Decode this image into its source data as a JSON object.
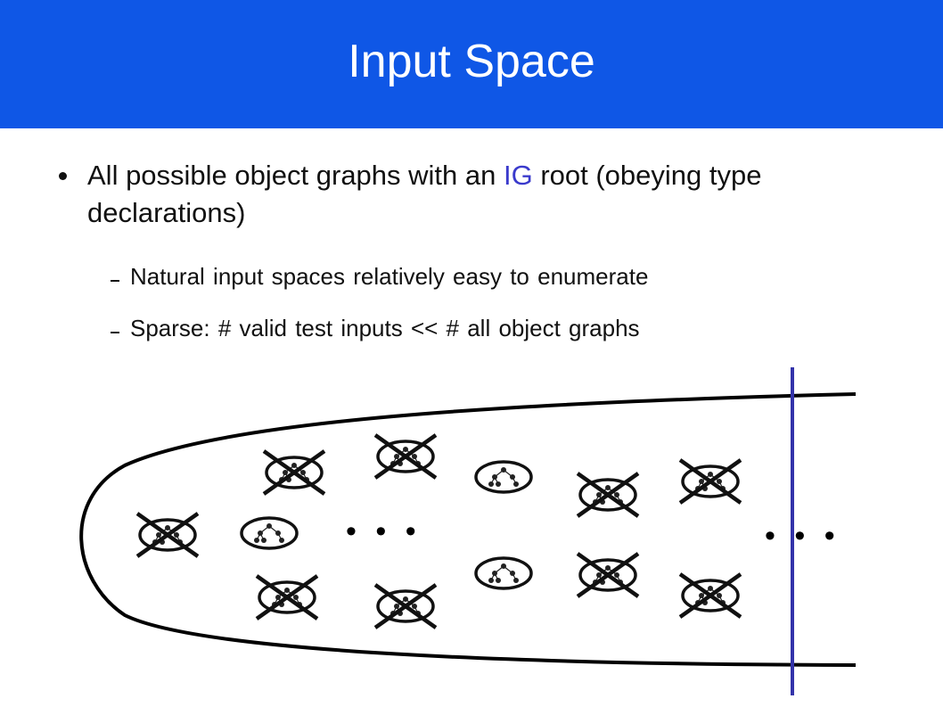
{
  "title": "Input Space",
  "bullets": {
    "main": {
      "prefix": "All possible object graphs with an ",
      "highlight": "IG",
      "suffix": " root (obeying type declarations)"
    },
    "sub": [
      "Natural input spaces relatively easy to enumerate",
      "Sparse: # valid test inputs << # all object graphs"
    ]
  },
  "diagram": {
    "ellipsis": "• • •",
    "colors": {
      "boundary": "#000000",
      "divider": "#3333aa",
      "title_bar": "#0f57e6"
    }
  }
}
